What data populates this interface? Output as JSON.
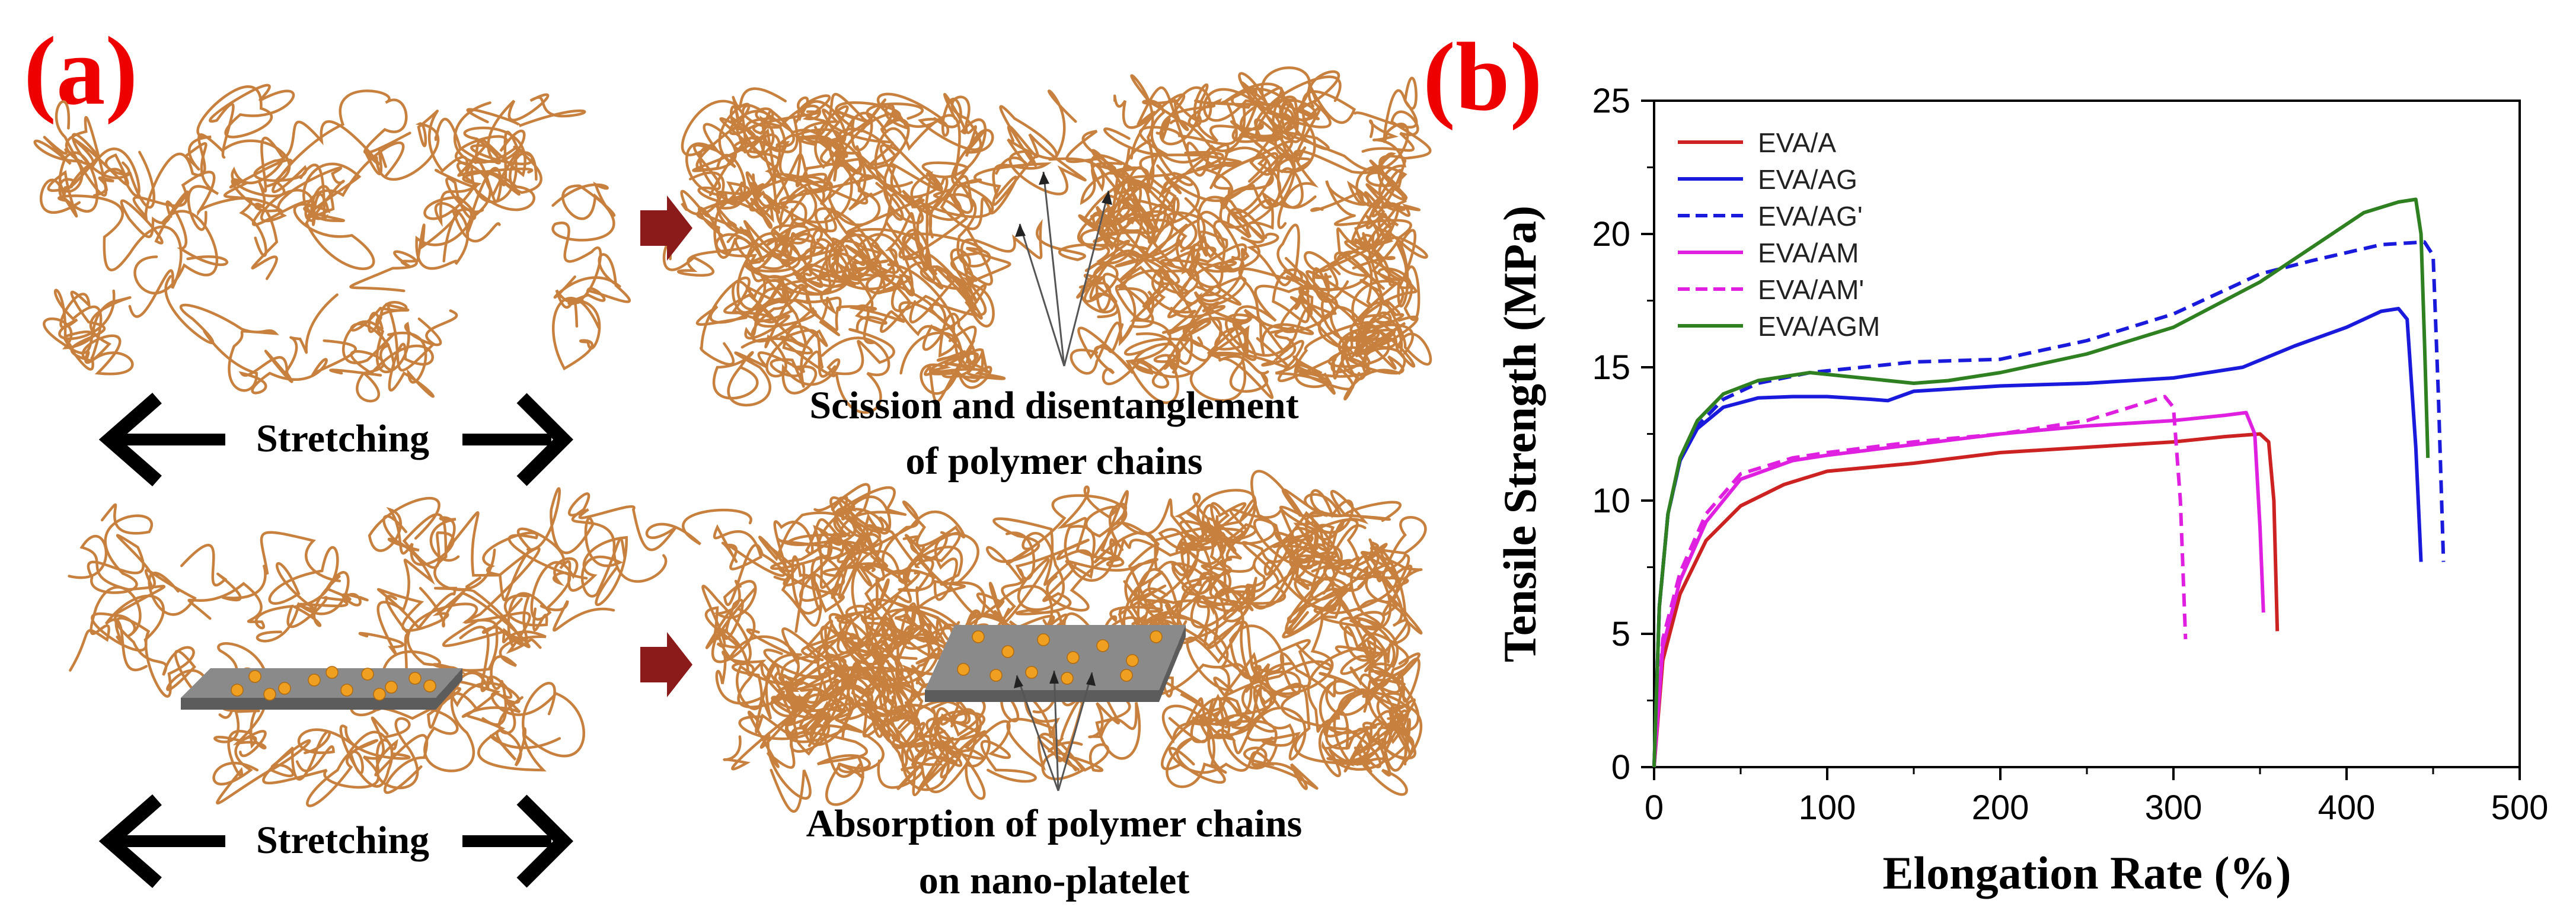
{
  "panel_a": {
    "label": "(a)",
    "top": {
      "stretch_label": "Stretching",
      "caption_line1": "Scission and disentanglement",
      "caption_line2": "of polymer chains"
    },
    "bottom": {
      "stretch_label": "Stretching",
      "caption_line1": "Absorption of polymer chains",
      "caption_line2": "on nano-platelet"
    },
    "colors": {
      "polymer": "#c8803e",
      "platelet_top": "#8a8a8a",
      "platelet_side": "#5c5c5c",
      "particle": "#f0a020",
      "process_arrow": "#8b1a1a",
      "label": "#ee0000"
    }
  },
  "chart_data": {
    "panel_label": "(b)",
    "type": "line",
    "xlabel": "Elongation Rate (%)",
    "ylabel": "Tensile Strength (MPa)",
    "xlim": [
      0,
      500
    ],
    "ylim": [
      0,
      25
    ],
    "xticks": [
      "0",
      "100",
      "200",
      "300",
      "400",
      "500"
    ],
    "yticks": [
      "0",
      "5",
      "10",
      "15",
      "20",
      "25"
    ],
    "xtick_values": [
      0,
      100,
      200,
      300,
      400,
      500
    ],
    "ytick_values": [
      0,
      5,
      10,
      15,
      20,
      25
    ],
    "grid": false,
    "legend_position": "top-left",
    "series": [
      {
        "name": "EVA/A",
        "color": "#cc2222",
        "dashed": false,
        "points": [
          [
            0,
            0
          ],
          [
            5,
            4
          ],
          [
            15,
            6.5
          ],
          [
            30,
            8.5
          ],
          [
            50,
            9.8
          ],
          [
            75,
            10.6
          ],
          [
            100,
            11.1
          ],
          [
            150,
            11.4
          ],
          [
            200,
            11.8
          ],
          [
            250,
            12.0
          ],
          [
            300,
            12.2
          ],
          [
            330,
            12.4
          ],
          [
            350,
            12.5
          ],
          [
            355,
            12.2
          ],
          [
            358,
            10
          ],
          [
            360,
            5.1
          ]
        ]
      },
      {
        "name": "EVA/AG",
        "color": "#1a1adc",
        "dashed": false,
        "points": [
          [
            0,
            0
          ],
          [
            3,
            6
          ],
          [
            8,
            9.5
          ],
          [
            15,
            11.5
          ],
          [
            25,
            12.7
          ],
          [
            40,
            13.5
          ],
          [
            60,
            13.85
          ],
          [
            80,
            13.9
          ],
          [
            100,
            13.9
          ],
          [
            125,
            13.8
          ],
          [
            135,
            13.75
          ],
          [
            150,
            14.1
          ],
          [
            200,
            14.3
          ],
          [
            250,
            14.4
          ],
          [
            300,
            14.6
          ],
          [
            340,
            15.0
          ],
          [
            370,
            15.8
          ],
          [
            400,
            16.5
          ],
          [
            420,
            17.1
          ],
          [
            430,
            17.2
          ],
          [
            435,
            16.8
          ],
          [
            440,
            12
          ],
          [
            443,
            7.7
          ]
        ]
      },
      {
        "name": "EVA/AG'",
        "color": "#1a1adc",
        "dashed": true,
        "points": [
          [
            0,
            0
          ],
          [
            3,
            6
          ],
          [
            8,
            9.5
          ],
          [
            15,
            11.5
          ],
          [
            25,
            12.8
          ],
          [
            40,
            13.8
          ],
          [
            60,
            14.4
          ],
          [
            90,
            14.8
          ],
          [
            120,
            15.0
          ],
          [
            150,
            15.2
          ],
          [
            200,
            15.3
          ],
          [
            250,
            16.0
          ],
          [
            300,
            17.0
          ],
          [
            350,
            18.5
          ],
          [
            380,
            19.0
          ],
          [
            420,
            19.6
          ],
          [
            445,
            19.7
          ],
          [
            450,
            19.2
          ],
          [
            453,
            14
          ],
          [
            456,
            7.7
          ]
        ]
      },
      {
        "name": "EVA/AM",
        "color": "#e020e0",
        "dashed": false,
        "points": [
          [
            0,
            0
          ],
          [
            5,
            4.5
          ],
          [
            15,
            7
          ],
          [
            30,
            9.2
          ],
          [
            50,
            10.8
          ],
          [
            80,
            11.5
          ],
          [
            100,
            11.7
          ],
          [
            150,
            12.1
          ],
          [
            200,
            12.5
          ],
          [
            250,
            12.8
          ],
          [
            300,
            13.0
          ],
          [
            330,
            13.2
          ],
          [
            342,
            13.3
          ],
          [
            347,
            12.5
          ],
          [
            350,
            9
          ],
          [
            352,
            5.8
          ]
        ]
      },
      {
        "name": "EVA/AM'",
        "color": "#e020e0",
        "dashed": true,
        "points": [
          [
            0,
            0
          ],
          [
            5,
            4.8
          ],
          [
            15,
            7.3
          ],
          [
            30,
            9.5
          ],
          [
            50,
            11.0
          ],
          [
            80,
            11.6
          ],
          [
            100,
            11.8
          ],
          [
            150,
            12.2
          ],
          [
            200,
            12.5
          ],
          [
            250,
            13.0
          ],
          [
            280,
            13.6
          ],
          [
            295,
            13.9
          ],
          [
            300,
            13.5
          ],
          [
            304,
            10
          ],
          [
            307,
            4.8
          ]
        ]
      },
      {
        "name": "EVA/AGM",
        "color": "#2e8020",
        "dashed": false,
        "points": [
          [
            0,
            0
          ],
          [
            3,
            6
          ],
          [
            8,
            9.5
          ],
          [
            15,
            11.6
          ],
          [
            25,
            13.0
          ],
          [
            40,
            14.0
          ],
          [
            60,
            14.5
          ],
          [
            90,
            14.8
          ],
          [
            120,
            14.6
          ],
          [
            150,
            14.4
          ],
          [
            170,
            14.5
          ],
          [
            200,
            14.8
          ],
          [
            250,
            15.5
          ],
          [
            300,
            16.5
          ],
          [
            350,
            18.2
          ],
          [
            380,
            19.5
          ],
          [
            410,
            20.8
          ],
          [
            430,
            21.2
          ],
          [
            440,
            21.3
          ],
          [
            443,
            20.0
          ],
          [
            445,
            16
          ],
          [
            447,
            11.6
          ]
        ]
      }
    ]
  }
}
